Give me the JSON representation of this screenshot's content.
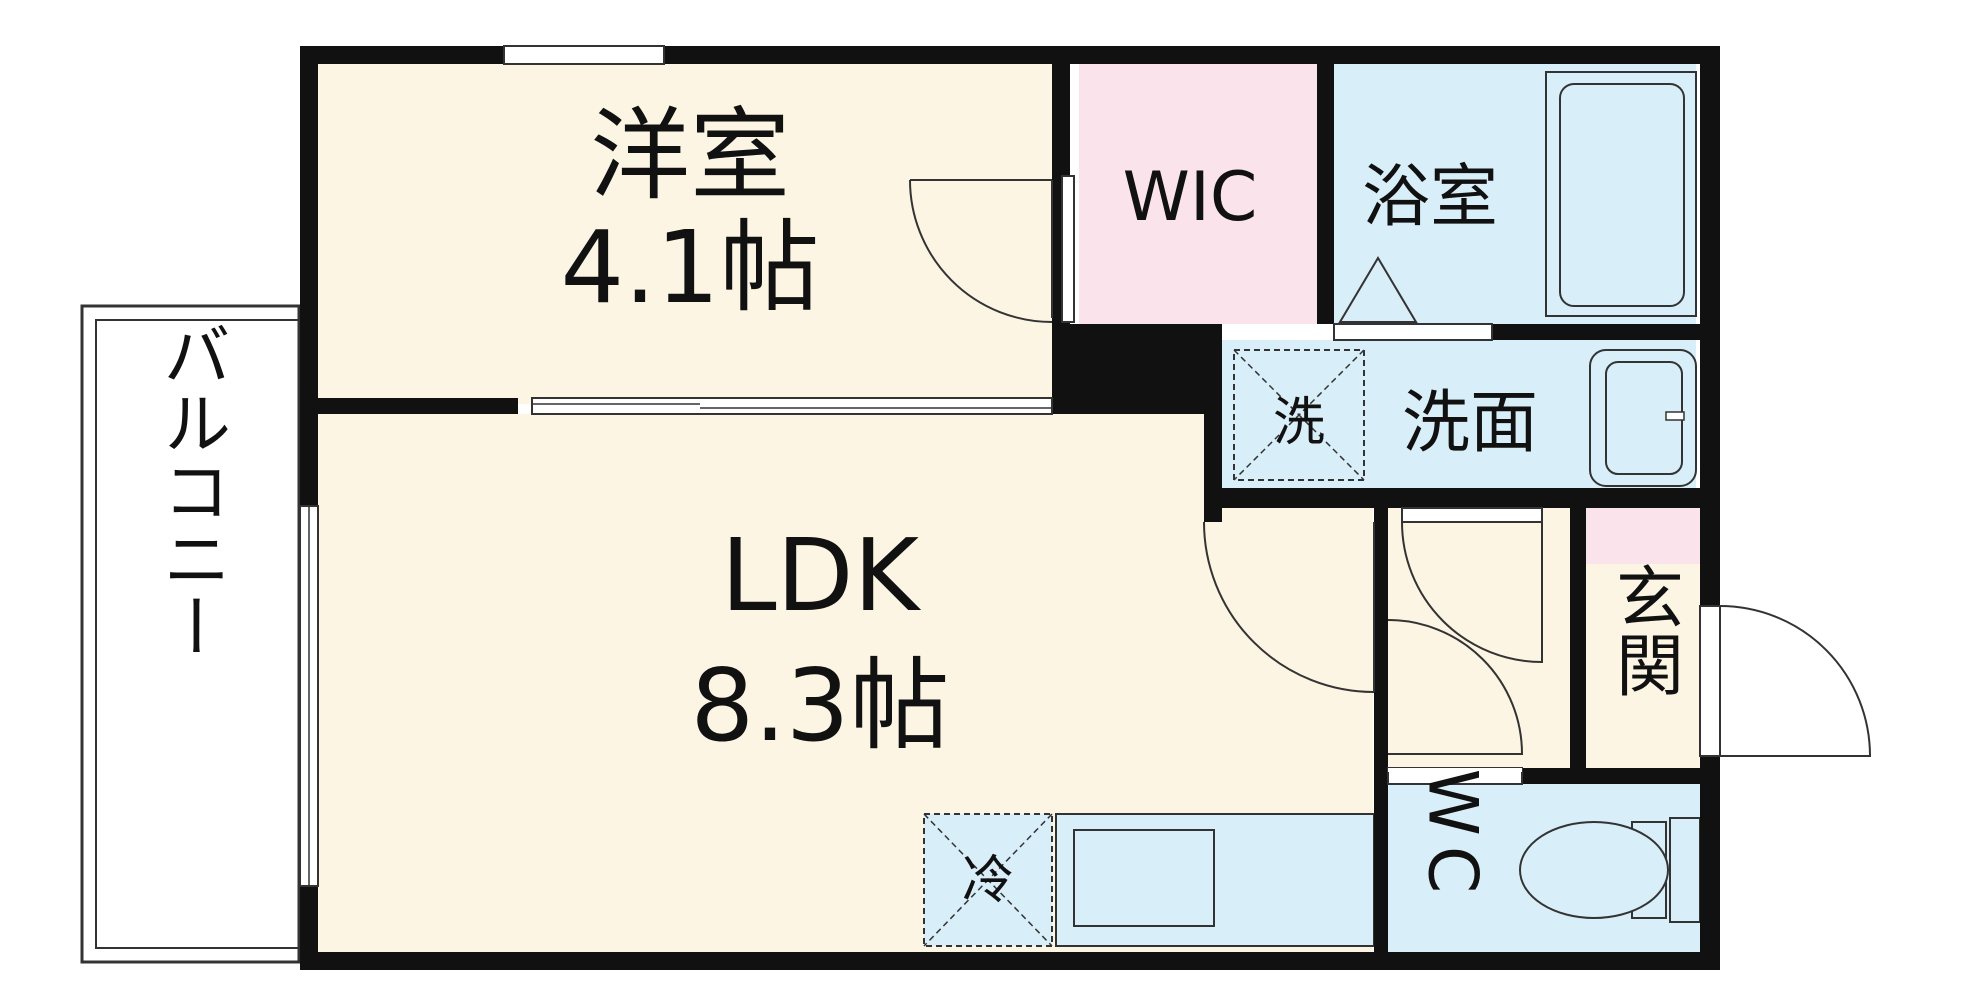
{
  "rooms": {
    "western": {
      "name": "洋室",
      "size": "4.1帖"
    },
    "ldk": {
      "name": "LDK",
      "size": "8.3帖"
    },
    "wic": {
      "name": "WIC"
    },
    "bath": {
      "name": "浴室"
    },
    "washroom": {
      "name": "洗面"
    },
    "washer": {
      "name": "洗"
    },
    "fridge": {
      "name": "冷"
    },
    "entrance": {
      "name": "玄関"
    },
    "toilet": {
      "name": "WC"
    },
    "balcony": {
      "name": "バルコニー"
    }
  },
  "colors": {
    "wall": "#111111",
    "living": "#fcf5e3",
    "wet": "#d8eef8",
    "wic": "#fbe3ec",
    "entrance_mat": "#fbe3ec"
  }
}
